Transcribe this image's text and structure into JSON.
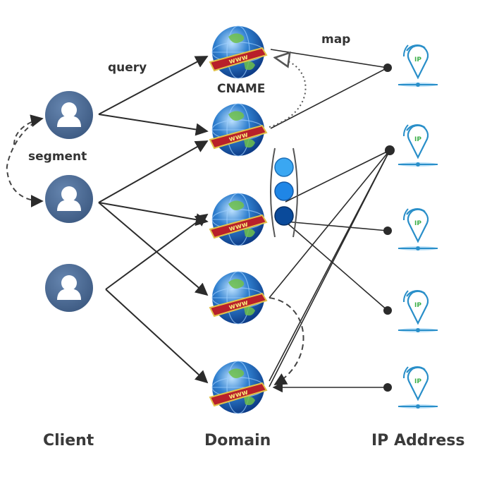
{
  "labels": {
    "query": "query",
    "map": "map",
    "cname": "CNAME",
    "segment": "segment"
  },
  "columns": {
    "client": "Client",
    "domain": "Domain",
    "ip": "IP Address"
  },
  "domain_badge_text": "www",
  "ip_badge_text": "IP",
  "icons": {
    "client": "user-icon",
    "domain": "www-globe-icon",
    "ip": "ip-location-pin-icon",
    "endpoint": "dot-icon"
  },
  "colors": {
    "client_fill": "#4b6a93",
    "globe_blue": "#2f6fbd",
    "banner_red": "#b8202a",
    "ip_teal": "#2a8fc9",
    "ip_green": "#3eb04a",
    "stack_light": "#3aa7f2",
    "stack_mid": "#1f86e6",
    "stack_dark": "#0a4a9a",
    "edge": "#2b2b2b"
  }
}
